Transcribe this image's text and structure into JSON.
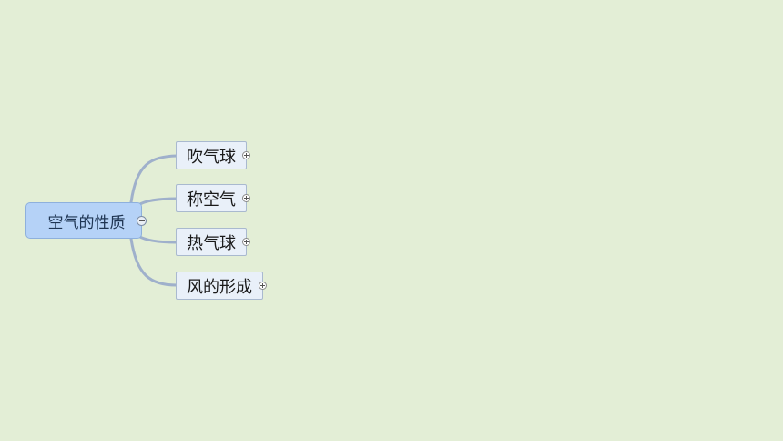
{
  "mindmap": {
    "central": {
      "label": "空气的性质",
      "toggle": "collapse-icon"
    },
    "children": [
      {
        "label": "吹气球",
        "toggle": "expand-icon"
      },
      {
        "label": "称空气",
        "toggle": "expand-icon"
      },
      {
        "label": "热气球",
        "toggle": "expand-icon"
      },
      {
        "label": "风的形成",
        "toggle": "expand-icon"
      }
    ]
  },
  "colors": {
    "background": "#e3eed6",
    "central_fill": "#b5d2f7",
    "central_border": "#8eb0dc",
    "child_fill": "#e9f0f9",
    "child_border": "#a9b9cf",
    "connector": "#9fb0cb"
  }
}
